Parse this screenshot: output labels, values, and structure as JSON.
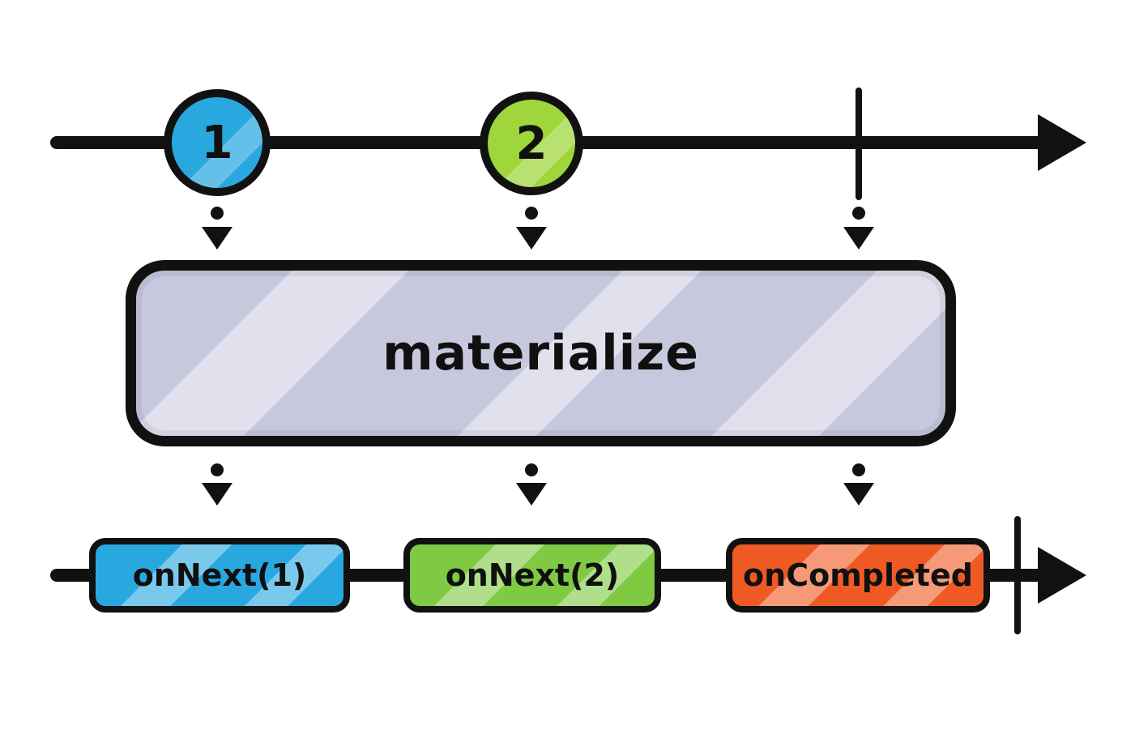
{
  "colors": {
    "stroke": "#111111",
    "background": "#ffffff",
    "marble1-fill": "#29a8e0",
    "marble2-fill": "#9ed63c",
    "operator-fill": "#c7c8dd",
    "onnext1-fill": "#29a8e0",
    "onnext2-fill": "#7fc943",
    "oncompleted-fill": "#ef5a24"
  },
  "source_timeline": {
    "marbles": [
      {
        "label": "1"
      },
      {
        "label": "2"
      }
    ]
  },
  "operator": {
    "label": "materialize"
  },
  "result_timeline": {
    "events": [
      {
        "label": "onNext(1)"
      },
      {
        "label": "onNext(2)"
      },
      {
        "label": "onCompleted"
      }
    ]
  }
}
